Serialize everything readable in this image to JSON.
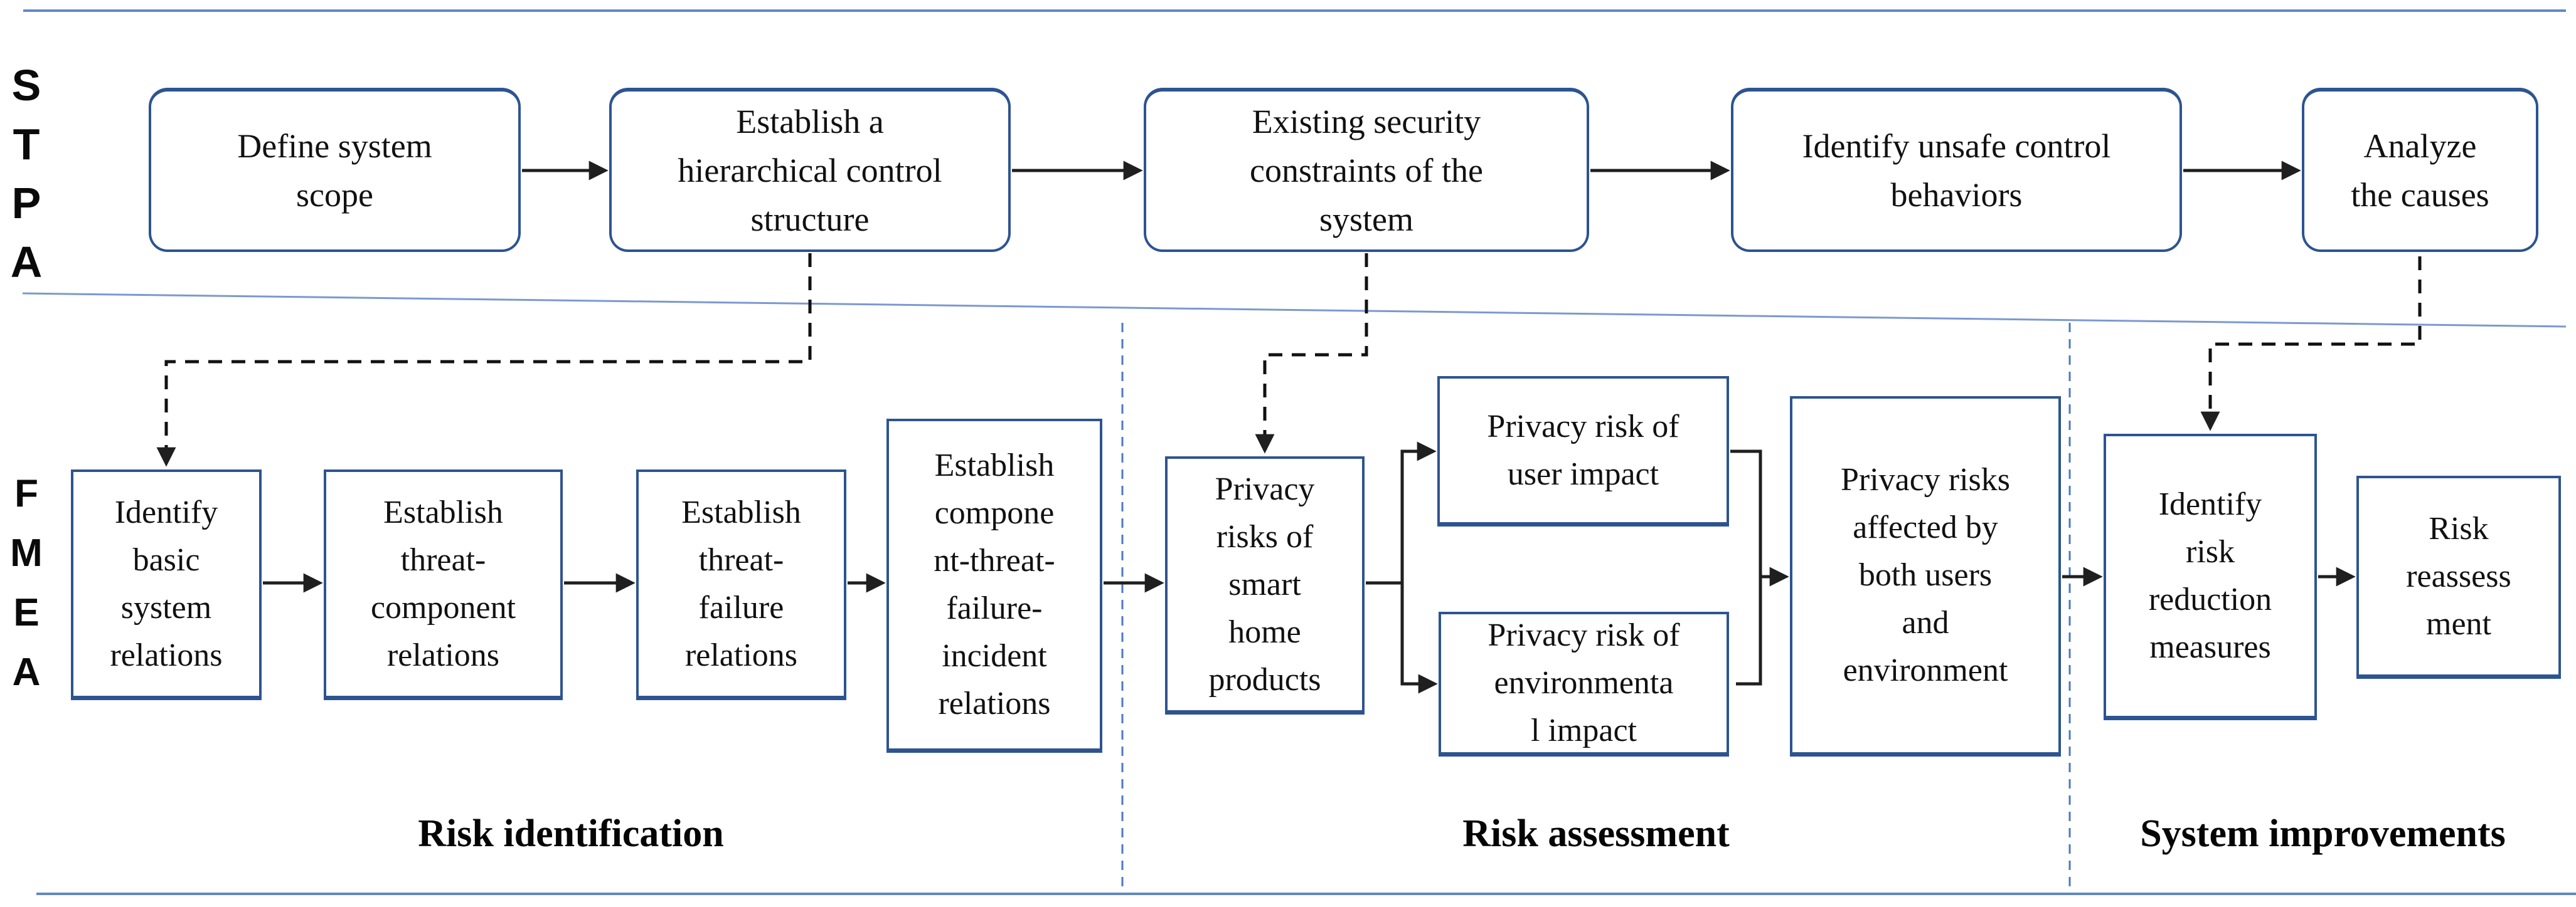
{
  "stpa": {
    "row_label": "S\nT\nP\nA",
    "boxes": [
      {
        "label": "Define system\nscope"
      },
      {
        "label": "Establish a\nhierarchical control\nstructure"
      },
      {
        "label": "Existing security\nconstraints of the\nsystem"
      },
      {
        "label": "Identify unsafe control\nbehaviors"
      },
      {
        "label": "Analyze\nthe causes"
      }
    ]
  },
  "fmea": {
    "row_label": "F\nM\nE\nA",
    "boxes": [
      {
        "label": "Identify\nbasic\nsystem\nrelations"
      },
      {
        "label": "Establish\nthreat-\ncomponent\nrelations"
      },
      {
        "label": "Establish\nthreat-\nfailure\nrelations"
      },
      {
        "label": "Establish\ncompone\nnt-threat-\nfailure-\nincident\nrelations"
      },
      {
        "label": "Privacy\nrisks of\nsmart\nhome\nproducts"
      },
      {
        "label": "Privacy risk of\nuser impact"
      },
      {
        "label": "Privacy risk of\nenvironmenta\nl impact"
      },
      {
        "label": "Privacy risks\naffected by\nboth users\nand\nenvironment"
      },
      {
        "label": "Identify\nrisk\nreduction\nmeasures"
      },
      {
        "label": "Risk\nreassess\nment"
      }
    ]
  },
  "sections": [
    {
      "label": "Risk identification"
    },
    {
      "label": "Risk assessment"
    },
    {
      "label": "System improvements"
    }
  ],
  "colors": {
    "box-border": "#2d5491",
    "rule-blue": "#6287c6",
    "divider-blue": "#4b79c9",
    "arrow-ink": "#1f1f1f",
    "text-ink": "#111111"
  }
}
